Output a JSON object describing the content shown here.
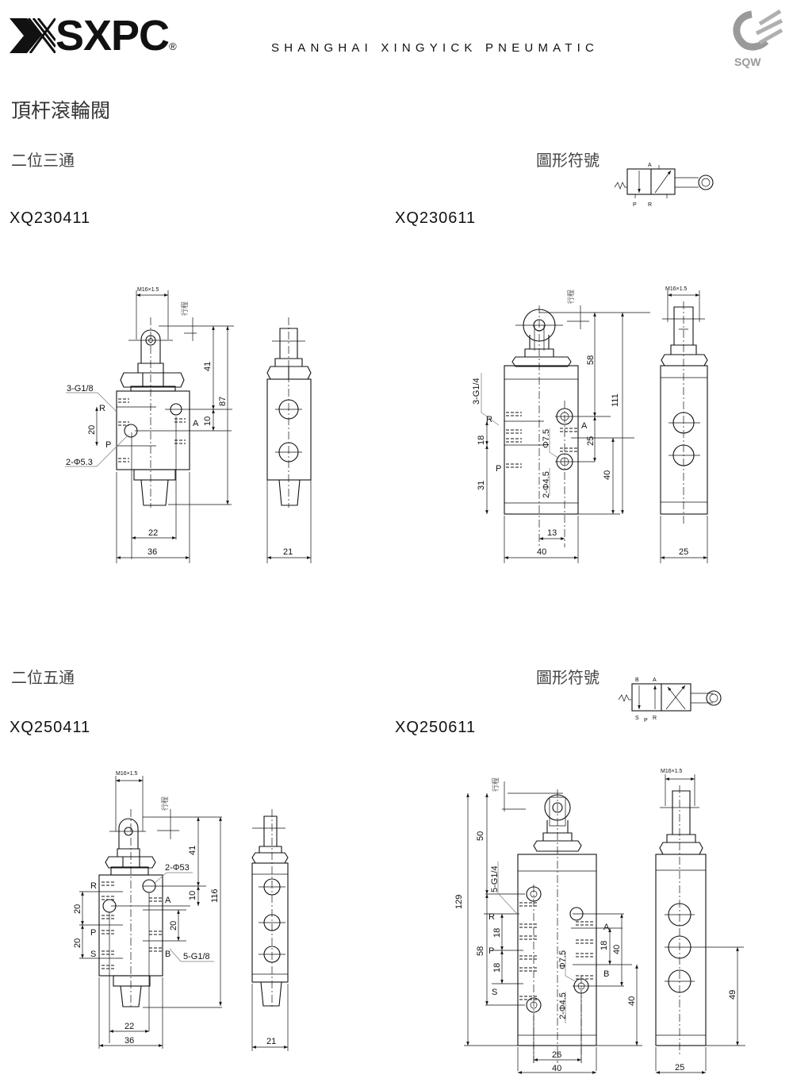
{
  "header": {
    "logo": "SXPC",
    "registered": "®",
    "company": "SHANGHAI XINGYICK PNEUMATIC",
    "badge": "SQW"
  },
  "title": "頂杆滾輪閥",
  "sections": [
    {
      "heading": "二位三通",
      "symbol_label": "圖形符號",
      "symbol_ports": {
        "a": "A",
        "p": "P",
        "r": "R"
      },
      "models": [
        "XQ230411",
        "XQ230611"
      ]
    },
    {
      "heading": "二位五通",
      "symbol_label": "圖形符號",
      "symbol_ports": {
        "b": "B",
        "a": "A",
        "s": "S",
        "p": "P",
        "r": "R"
      },
      "models": [
        "XQ250411",
        "XQ250611"
      ]
    }
  ],
  "d1": {
    "thread": "M16×1.5",
    "stroke": "行程",
    "h41": "41",
    "h10": "10",
    "h87": "87",
    "w22": "22",
    "w36": "36",
    "w21": "21",
    "ports": "3-G1/8",
    "r": "R",
    "p": "P",
    "a": "A",
    "h20": "20",
    "holes": "2-Φ5.3"
  },
  "d2": {
    "thread": "M16×1.5",
    "stroke": "行程",
    "h58": "58",
    "h111": "111",
    "h25": "25",
    "h40": "40",
    "w13": "13",
    "w40": "40",
    "w25": "25",
    "ports": "3-G1/4",
    "r": "R",
    "p": "P",
    "a": "A",
    "h18": "18",
    "h31": "31",
    "phi": "Φ7.5",
    "holes": "2-Φ4.5"
  },
  "d3": {
    "thread": "M16×1.5",
    "stroke": "行程",
    "h41": "41",
    "h10": "10",
    "h116": "116",
    "h20a": "20",
    "h20b": "20",
    "h20c": "20",
    "holes": "2-Φ53",
    "ports": "5-G1/8",
    "r": "R",
    "p": "P",
    "s": "S",
    "a": "A",
    "b": "B",
    "w22": "22",
    "w36": "36",
    "w21": "21"
  },
  "d4": {
    "thread": "M16×1.5",
    "stroke": "行程",
    "h129": "129",
    "h50": "50",
    "h58": "58",
    "h18a": "18",
    "h18b": "18",
    "h18c": "18",
    "h40a": "40",
    "h40b": "40",
    "h49": "49",
    "ports": "5-G1/4",
    "r": "R",
    "p": "P",
    "s": "S",
    "a": "A",
    "b": "B",
    "phi": "Φ7.5",
    "holes": "2-Φ4.5",
    "w26": "26",
    "w40": "40",
    "w25": "25"
  }
}
